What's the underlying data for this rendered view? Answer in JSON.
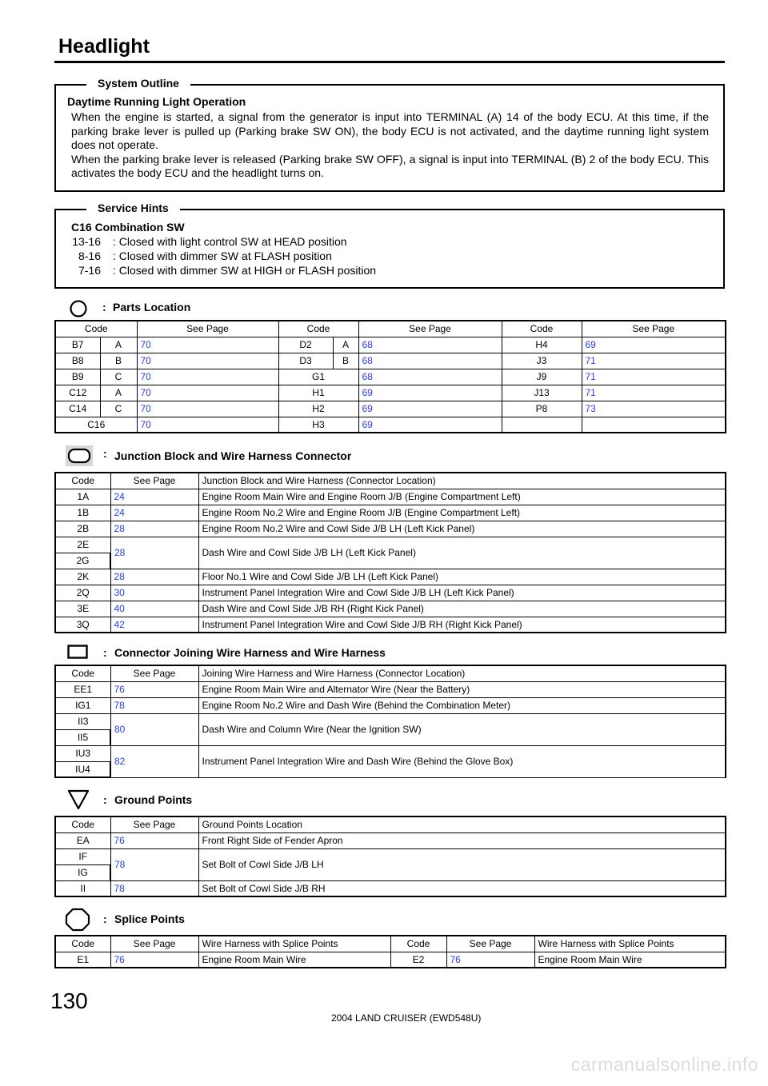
{
  "page": {
    "title": "Headlight",
    "page_number": "130",
    "model": "2004 LAND CRUISER (EWD548U)",
    "watermark": "carmanualsonline.info"
  },
  "system_outline": {
    "label": "System Outline",
    "heading": "Daytime Running Light Operation",
    "body": "When the engine is started, a signal from the generator is input into TERMINAL (A) 14 of the body ECU. At this time, if the parking brake lever is pulled up (Parking brake SW ON), the body ECU is not activated, and the daytime running light system does not operate.\nWhen the parking brake lever is released (Parking brake SW OFF), a signal is input into TERMINAL (B) 2 of the body ECU. This activates the body ECU and the headlight turns on."
  },
  "service_hints": {
    "label": "Service Hints",
    "heading": "C16  Combination SW",
    "items": [
      {
        "code": "13-16",
        "desc": ": Closed with light control SW at HEAD position"
      },
      {
        "code": "8-16",
        "desc": ": Closed with dimmer SW at FLASH position"
      },
      {
        "code": "7-16",
        "desc": ": Closed with dimmer SW at HIGH or FLASH position"
      }
    ]
  },
  "parts_location": {
    "colon": ":",
    "title": "Parts Location",
    "headers": [
      "Code",
      "See Page",
      "Code",
      "See Page",
      "Code",
      "See Page"
    ],
    "rows": [
      [
        {
          "code": "B7",
          "sub": "A",
          "page": "70"
        },
        {
          "code": "D2",
          "sub": "A",
          "page": "68"
        },
        {
          "code": "H4",
          "sub": "",
          "page": "69"
        }
      ],
      [
        {
          "code": "B8",
          "sub": "B",
          "page": "70"
        },
        {
          "code": "D3",
          "sub": "B",
          "page": "68"
        },
        {
          "code": "J3",
          "sub": "",
          "page": "71"
        }
      ],
      [
        {
          "code": "B9",
          "sub": "C",
          "page": "70"
        },
        {
          "code": "G1",
          "sub": "",
          "page": "68"
        },
        {
          "code": "J9",
          "sub": "",
          "page": "71"
        }
      ],
      [
        {
          "code": "C12",
          "sub": "A",
          "page": "70"
        },
        {
          "code": "H1",
          "sub": "",
          "page": "69"
        },
        {
          "code": "J13",
          "sub": "",
          "page": "71"
        }
      ],
      [
        {
          "code": "C14",
          "sub": "C",
          "page": "70"
        },
        {
          "code": "H2",
          "sub": "",
          "page": "69"
        },
        {
          "code": "P8",
          "sub": "",
          "page": "73"
        }
      ],
      [
        {
          "code": "C16",
          "sub": "",
          "page": "70"
        },
        {
          "code": "H3",
          "sub": "",
          "page": "69"
        },
        {
          "code": "",
          "sub": "",
          "page": ""
        }
      ]
    ]
  },
  "junction_block": {
    "colon": ":",
    "title": "Junction Block and Wire Harness Connector",
    "headers": [
      "Code",
      "See Page",
      "Junction Block and Wire Harness (Connector Location)"
    ],
    "rows": [
      {
        "codes": [
          "1A"
        ],
        "page": "24",
        "desc": "Engine Room Main Wire and Engine Room J/B (Engine Compartment Left)"
      },
      {
        "codes": [
          "1B"
        ],
        "page": "24",
        "desc": "Engine Room No.2 Wire and Engine Room J/B (Engine Compartment Left)"
      },
      {
        "codes": [
          "2B"
        ],
        "page": "28",
        "desc": "Engine Room No.2 Wire and Cowl Side J/B LH (Left Kick Panel)"
      },
      {
        "codes": [
          "2E",
          "2G"
        ],
        "page": "28",
        "desc": "Dash Wire and Cowl Side J/B LH (Left Kick Panel)"
      },
      {
        "codes": [
          "2K"
        ],
        "page": "28",
        "desc": "Floor No.1 Wire and Cowl Side J/B LH (Left Kick Panel)"
      },
      {
        "codes": [
          "2Q"
        ],
        "page": "30",
        "desc": "Instrument Panel Integration Wire and Cowl Side J/B LH (Left Kick Panel)"
      },
      {
        "codes": [
          "3E"
        ],
        "page": "40",
        "desc": "Dash Wire and Cowl Side J/B RH (Right Kick Panel)"
      },
      {
        "codes": [
          "3Q"
        ],
        "page": "42",
        "desc": "Instrument Panel Integration Wire and Cowl Side J/B RH (Right Kick Panel)"
      }
    ]
  },
  "connector_joining": {
    "colon": ":",
    "title": "Connector Joining Wire Harness and Wire Harness",
    "headers": [
      "Code",
      "See Page",
      "Joining Wire Harness and Wire Harness (Connector Location)"
    ],
    "rows": [
      {
        "codes": [
          "EE1"
        ],
        "page": "76",
        "desc": "Engine Room Main Wire and Alternator Wire (Near the Battery)"
      },
      {
        "codes": [
          "IG1"
        ],
        "page": "78",
        "desc": "Engine Room No.2 Wire and Dash Wire (Behind the Combination Meter)"
      },
      {
        "codes": [
          "II3",
          "II5"
        ],
        "page": "80",
        "desc": "Dash Wire and Column Wire (Near the Ignition SW)"
      },
      {
        "codes": [
          "IU3",
          "IU4"
        ],
        "page": "82",
        "desc": "Instrument Panel Integration Wire and Dash Wire (Behind the Glove Box)"
      }
    ]
  },
  "ground_points": {
    "colon": ":",
    "title": "Ground Points",
    "headers": [
      "Code",
      "See Page",
      "Ground Points Location"
    ],
    "rows": [
      {
        "codes": [
          "EA"
        ],
        "page": "76",
        "desc": "Front Right Side of Fender Apron"
      },
      {
        "codes": [
          "IF",
          "IG"
        ],
        "page": "78",
        "desc": "Set Bolt of Cowl Side J/B LH"
      },
      {
        "codes": [
          "II"
        ],
        "page": "78",
        "desc": "Set Bolt of Cowl Side J/B RH"
      }
    ]
  },
  "splice_points": {
    "colon": ":",
    "title": "Splice Points",
    "headers": [
      "Code",
      "See Page",
      "Wire Harness with Splice Points",
      "Code",
      "See Page",
      "Wire Harness with Splice Points"
    ],
    "rows": [
      {
        "code1": "E1",
        "page1": "76",
        "desc1": "Engine Room Main Wire",
        "code2": "E2",
        "page2": "76",
        "desc2": "Engine Room Main Wire"
      }
    ]
  },
  "colors": {
    "page_link": "#2a3fd8",
    "rule": "#000000",
    "icon_fill": "#d6d6d6"
  }
}
